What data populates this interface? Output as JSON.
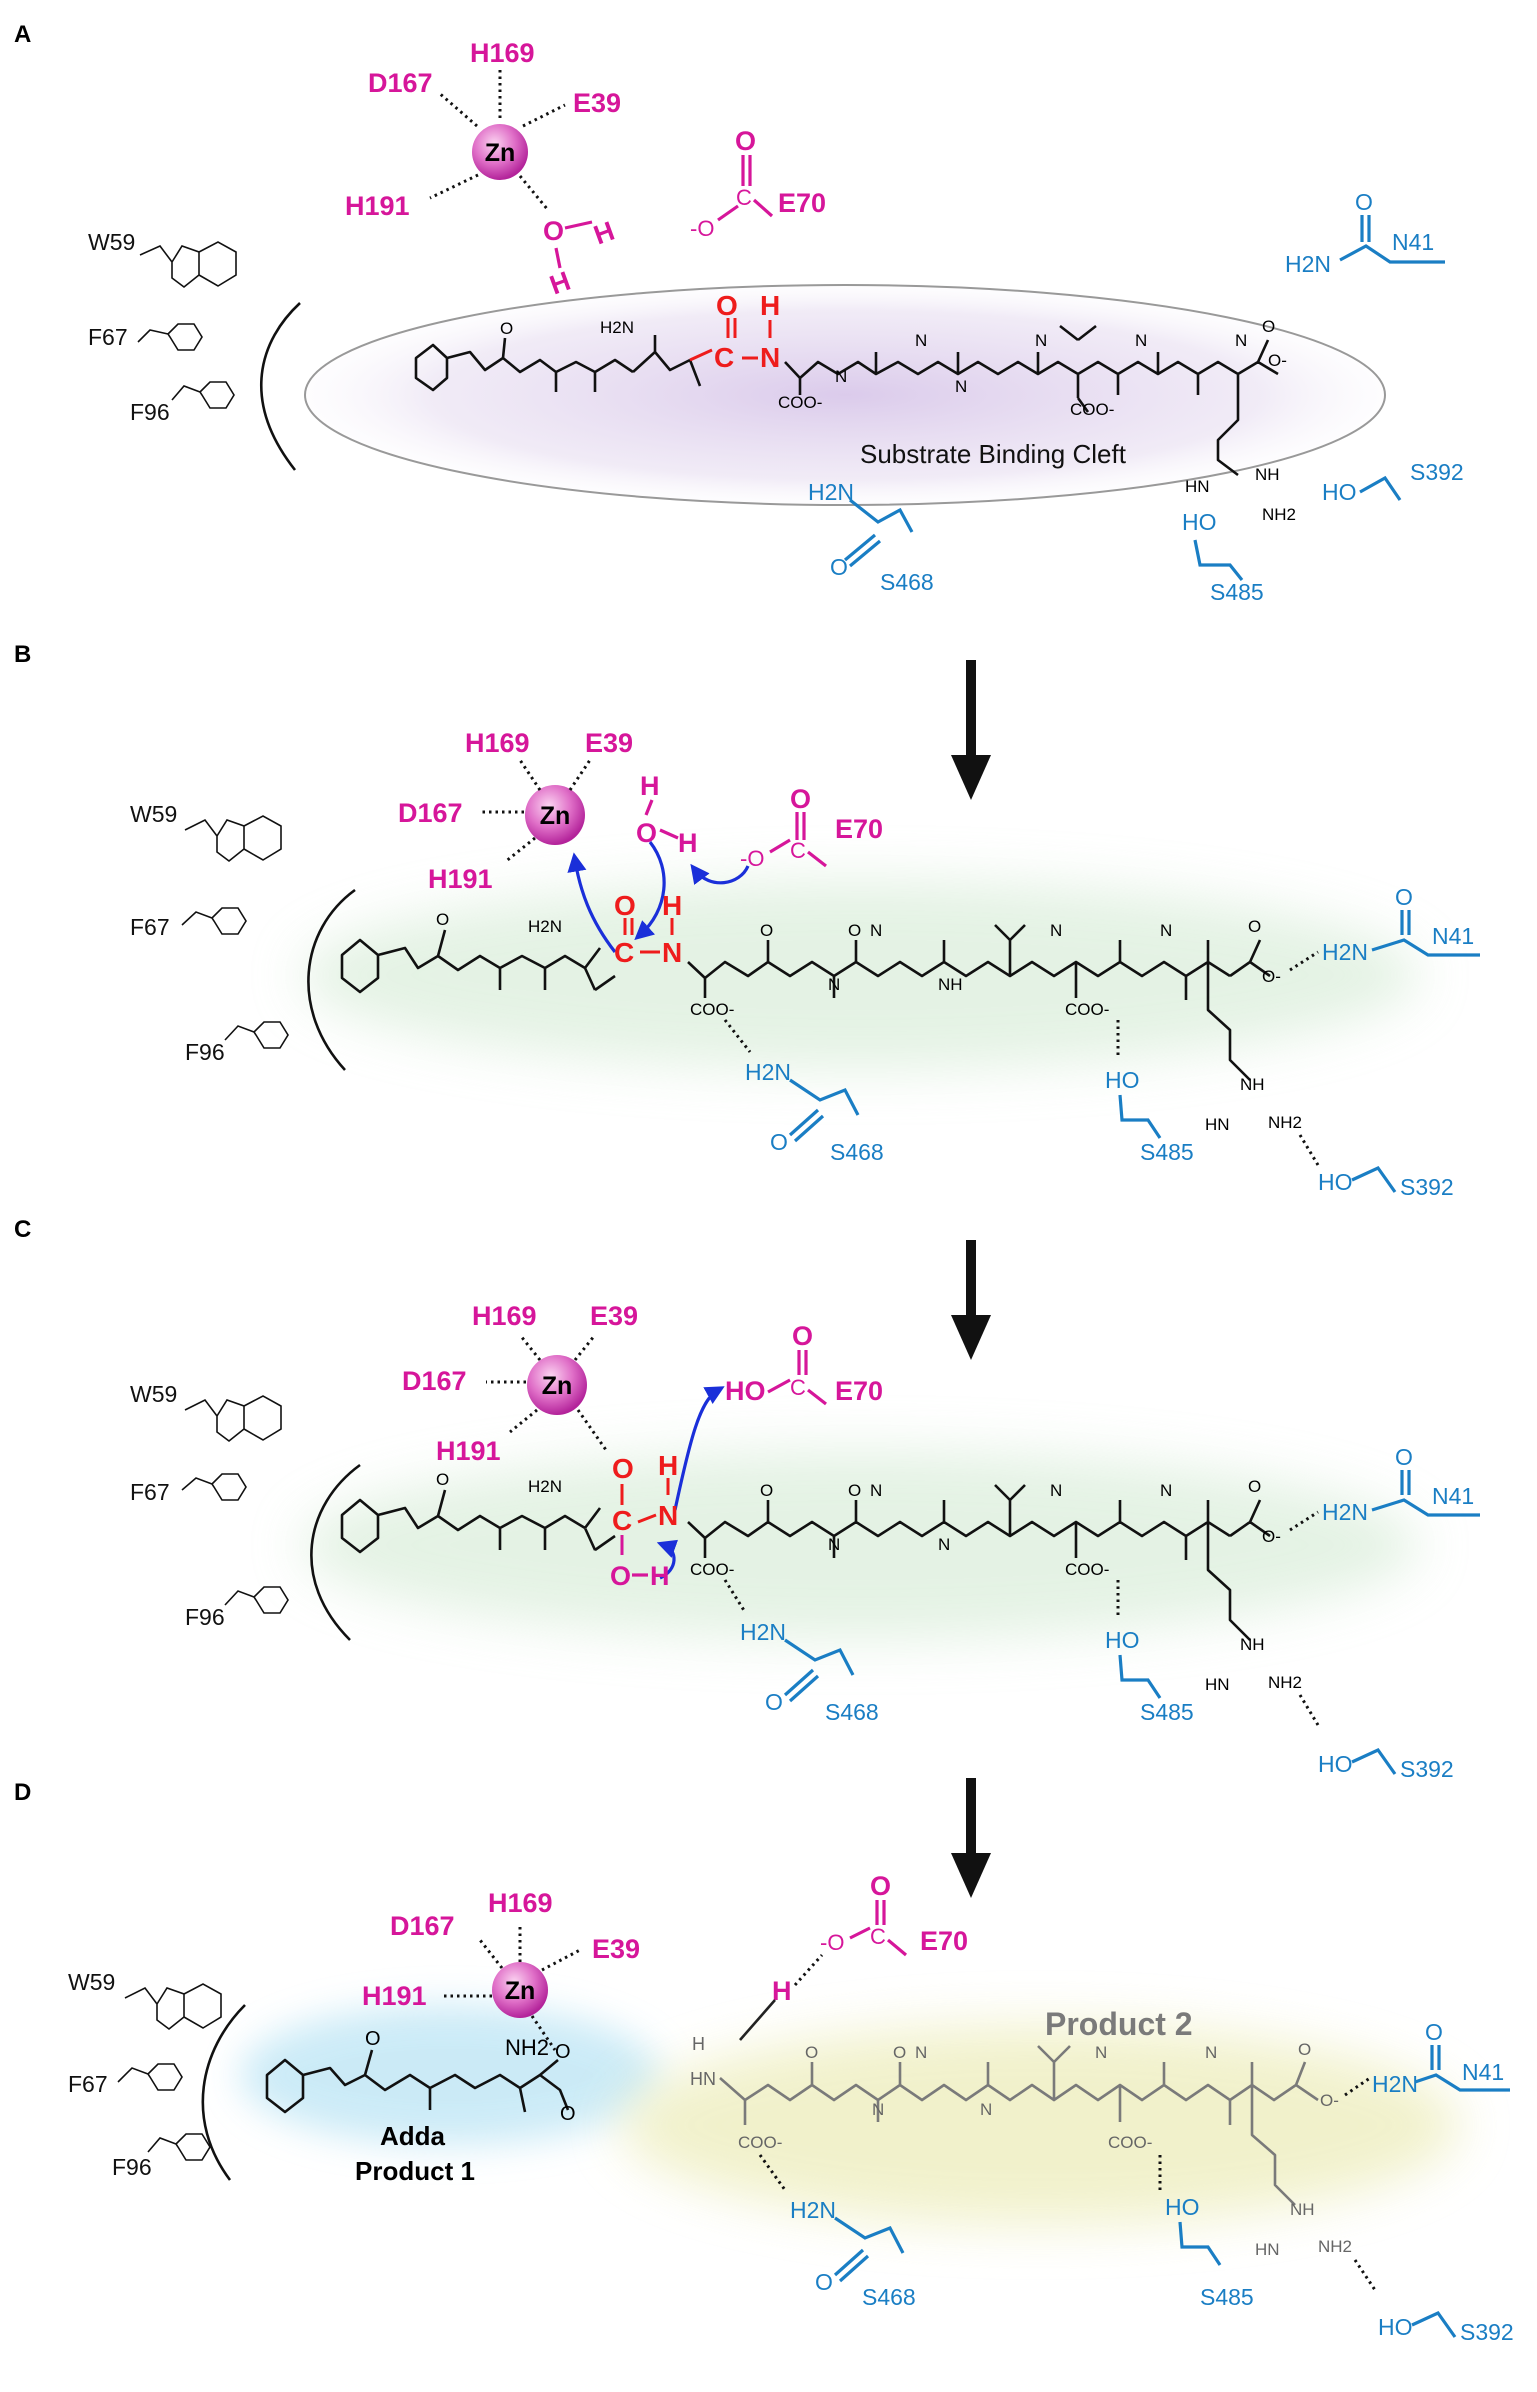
{
  "panels": [
    {
      "id": "A",
      "letter": "A",
      "zn": "Zn",
      "zn_ligands": [
        "D167",
        "H169",
        "E39",
        "H191"
      ],
      "water": {
        "o": "O",
        "h1": "H",
        "h2": "H"
      },
      "e70": {
        "label": "E70",
        "carbonyl_o": "O",
        "c": "C",
        "anion_o": "-O"
      },
      "aromatic": [
        "W59",
        "F67",
        "F96"
      ],
      "cleft_label": "Substrate Binding Cleft",
      "scissile": {
        "c": "C",
        "n": "N",
        "o": "O",
        "h": "H"
      },
      "residues_blue": [
        "N41",
        "S392",
        "S468",
        "S485"
      ]
    },
    {
      "id": "B",
      "letter": "B",
      "zn": "Zn",
      "zn_ligands": [
        "H169",
        "E39",
        "D167",
        "H191"
      ],
      "water": {
        "o": "O",
        "h1": "H",
        "h2": "H"
      },
      "e70": {
        "label": "E70",
        "carbonyl_o": "O",
        "c": "C",
        "anion_o": "-O"
      },
      "aromatic": [
        "W59",
        "F67",
        "F96"
      ],
      "scissile": {
        "c": "C",
        "n": "N",
        "o": "O",
        "h": "H"
      },
      "residues_blue": [
        "N41",
        "S468",
        "S485",
        "S392"
      ]
    },
    {
      "id": "C",
      "letter": "C",
      "zn": "Zn",
      "zn_ligands": [
        "H169",
        "E39",
        "D167",
        "H191"
      ],
      "e70": {
        "label": "E70",
        "carbonyl_o": "O",
        "c": "C",
        "ho": "HO"
      },
      "aromatic": [
        "W59",
        "F67",
        "F96"
      ],
      "tetrahedral": {
        "o_top": "O",
        "c": "C",
        "n": "N",
        "h": "H",
        "oh": "O",
        "oh_h": "H"
      },
      "residues_blue": [
        "N41",
        "S468",
        "S485",
        "S392"
      ]
    },
    {
      "id": "D",
      "letter": "D",
      "zn": "Zn",
      "zn_ligands": [
        "D167",
        "H169",
        "E39",
        "H191"
      ],
      "e70": {
        "label": "E70",
        "carbonyl_o": "O",
        "c": "C",
        "anion_o": "-O"
      },
      "aromatic": [
        "W59",
        "F67",
        "F96"
      ],
      "proton": "H",
      "product1_name": "Adda",
      "product1_label": "Product 1",
      "product2_label": "Product 2",
      "residues_blue": [
        "N41",
        "S468",
        "S485",
        "S392"
      ]
    }
  ],
  "atoms": {
    "h2n": "H2N",
    "nh2": "NH2",
    "ho": "HO",
    "coo": "COO-",
    "o": "O",
    "n": "N",
    "h": "H",
    "nh": "NH",
    "hn": "HN",
    "o_minus": "O-",
    "methoxy": "O"
  },
  "colors": {
    "zinc_pink": "#d6169a",
    "residue_blue": "#1a7ec4",
    "scissile_red": "#ee1c1c",
    "arrow_blue": "#1a2fd9",
    "cleft_purple": "#d9c8ea",
    "green_glow": "#cfe8cf",
    "blue_glow": "#bfe6f5",
    "yellow_glow": "#eeeebf"
  }
}
